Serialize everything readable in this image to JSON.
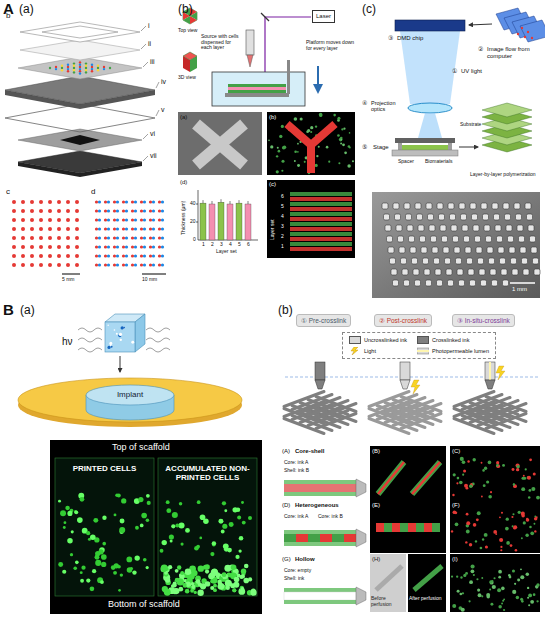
{
  "diagram": {
    "nodes": [
      {
        "text": [
          "Laser"
        ]
      },
      {
        "text": [
          "① Pre-crosslink"
        ]
      },
      {
        "text": [
          "② Post-crosslink"
        ]
      },
      {
        "text": [
          "③ In-situ-crosslink"
        ]
      },
      {
        "text": [
          "Implant"
        ]
      }
    ],
    "labels": [
      "A",
      "(a)",
      "b",
      "i",
      "ii",
      "iii",
      "iv",
      "v",
      "vi",
      "vii",
      "c",
      "d",
      "5 mm",
      "10 mm",
      "(b)",
      "Top view",
      "3D view",
      "Source with cells dispensed for each layer",
      "Platform moves down for every layer",
      "(a)",
      "(b)",
      "(d)",
      "Thickness (μm)",
      "0",
      "20",
      "40",
      "1",
      "2",
      "3",
      "4",
      "5",
      "6",
      "Layer set",
      "(c)",
      "Layer set",
      "1",
      "2",
      "3",
      "4",
      "5",
      "6",
      "(c)",
      "③",
      "DMD chip",
      "②",
      "Image flow from computer",
      "①",
      "UV light",
      "④",
      "Projection optics",
      "⑤",
      "Stage",
      "Substrate",
      "Spacer",
      "Biomaterials",
      "Layer-by-layer polymerization",
      "1 mm",
      "B",
      "(a)",
      "hν",
      "Top of scaffold",
      "PRINTED CELLS",
      "ACCUMULATED NON-PRINTED CELLS",
      "Bottom of scaffold",
      "(b)",
      "(A)",
      "Core-shell",
      "(B)",
      "(C)",
      "(D)",
      "Heterogeneous",
      "(E)",
      "(F)",
      "(G)",
      "Hollow",
      "(H)",
      "(I)",
      "Core: ink A",
      "Shell: ink B",
      "Core: ink A",
      "Core: ink B",
      "Core: empty",
      "Shell: ink",
      "Before perfusion",
      "After perfusion"
    ],
    "legend": [
      {
        "text": "Uncrosslinked ink",
        "color": "#d9d9d9"
      },
      {
        "text": "Crosslinked ink",
        "color": "#7f7f7f"
      },
      {
        "text": "Light"
      },
      {
        "text": "Photopermeable lumen"
      }
    ]
  }
}
